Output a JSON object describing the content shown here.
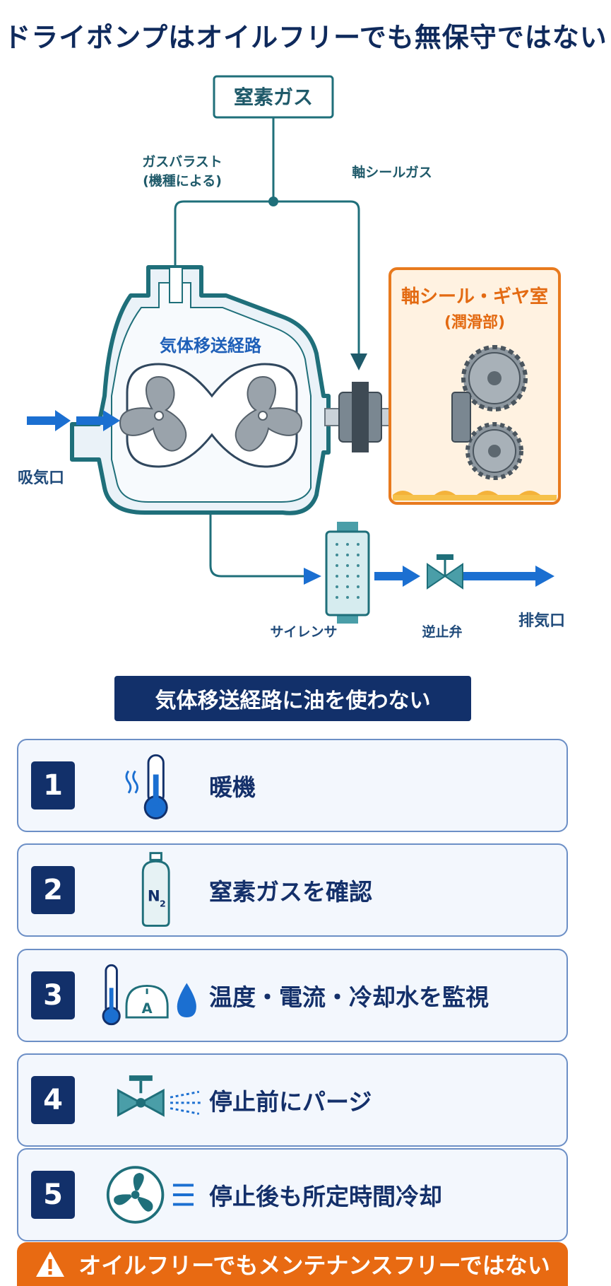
{
  "title": "ドライポンプはオイルフリーでも無保守ではない",
  "diagram": {
    "nitrogen": "窒素ガス",
    "gas_ballast": "ガスバラスト",
    "gas_ballast_note": "(機種による)",
    "shaft_seal_gas": "軸シールガス",
    "gas_path": "気体移送経路",
    "gear_room": "軸シール・ギヤ室",
    "gear_room_note": "(潤滑部)",
    "intake": "吸気口",
    "silencer": "サイレンサ",
    "check_valve": "逆止弁",
    "exhaust": "排気口"
  },
  "principle": "気体移送経路に油を使わない",
  "steps": [
    {
      "num": "1",
      "text": "暖機",
      "icon": "thermometer-heat-icon"
    },
    {
      "num": "2",
      "text": "窒素ガスを確認",
      "icon": "nitrogen-cylinder-icon",
      "icon_text": "N",
      "icon_sub": "2"
    },
    {
      "num": "3",
      "text": "温度・電流・冷却水を監視",
      "icon": "thermometer-ammeter-droplet-icon",
      "icon_text": "A"
    },
    {
      "num": "4",
      "text": "停止前にパージ",
      "icon": "valve-purge-icon"
    },
    {
      "num": "5",
      "text": "停止後も所定時間冷却",
      "icon": "fan-cooling-icon"
    }
  ],
  "banner": "オイルフリーでもメンテナンスフリーではない",
  "colors": {
    "navy": "#12306a",
    "teal": "#1f6f7a",
    "blue_arrow": "#1b6fd1",
    "orange": "#e86a12"
  }
}
